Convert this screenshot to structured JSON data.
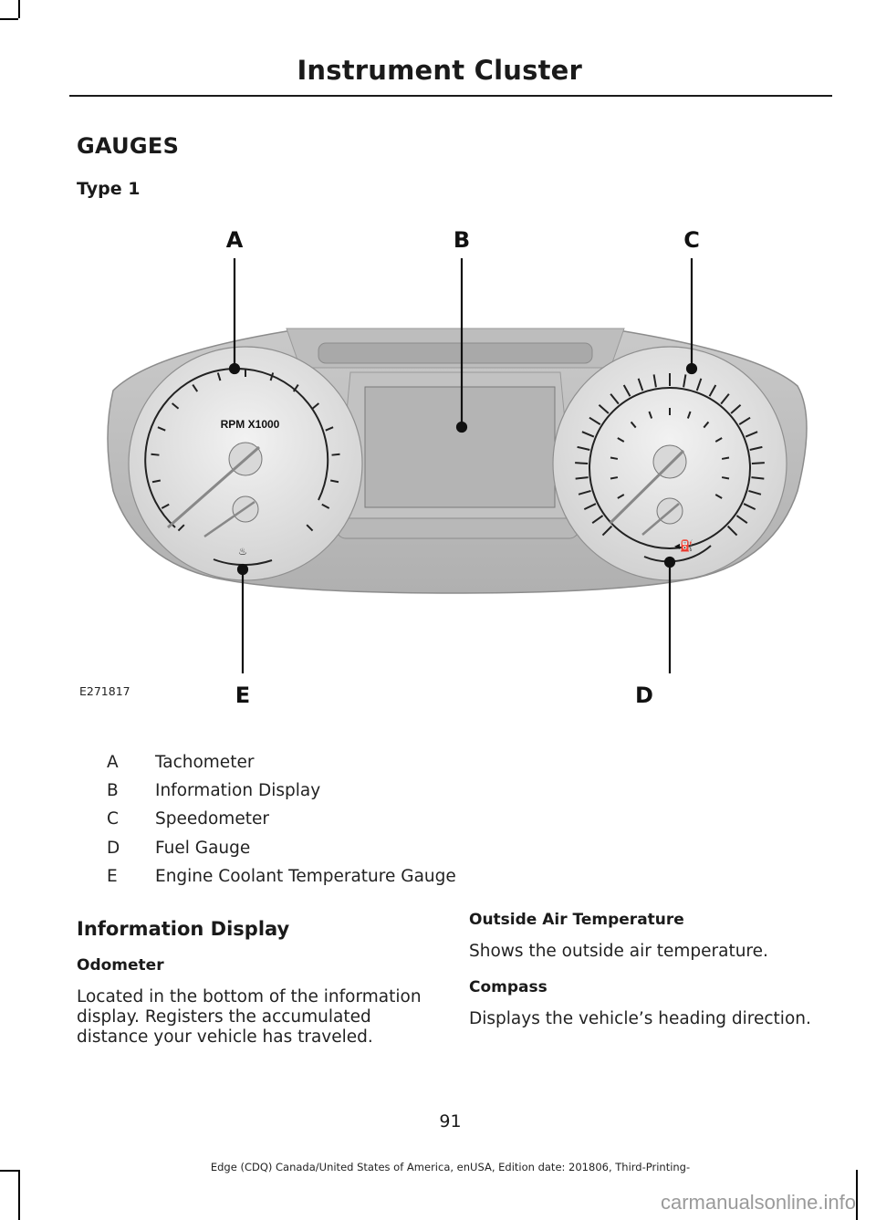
{
  "header": {
    "title": "Instrument Cluster"
  },
  "section": {
    "title": "GAUGES",
    "subtitle": "Type 1"
  },
  "figure": {
    "id": "E271817",
    "callouts": [
      "A",
      "B",
      "C",
      "D",
      "E"
    ],
    "tach_label": "RPM X1000"
  },
  "legend": [
    {
      "key": "A",
      "label": "Tachometer"
    },
    {
      "key": "B",
      "label": "Information Display"
    },
    {
      "key": "C",
      "label": "Speedometer"
    },
    {
      "key": "D",
      "label": "Fuel Gauge"
    },
    {
      "key": "E",
      "label": "Engine Coolant Temperature Gauge"
    }
  ],
  "left_column": {
    "heading": "Information Display",
    "subheading": "Odometer",
    "text": "Located in the bottom of the information display. Registers the accumulated distance your vehicle has traveled."
  },
  "right_column": {
    "block1_heading": "Outside Air Temperature",
    "block1_text": "Shows the outside air temperature.",
    "block2_heading": "Compass",
    "block2_text": "Displays the vehicle’s heading direction."
  },
  "page_number": "91",
  "footer": "Edge (CDQ) Canada/United States of America, enUSA, Edition date: 201806, Third-Printing-",
  "watermark": "carmanualsonline.info"
}
